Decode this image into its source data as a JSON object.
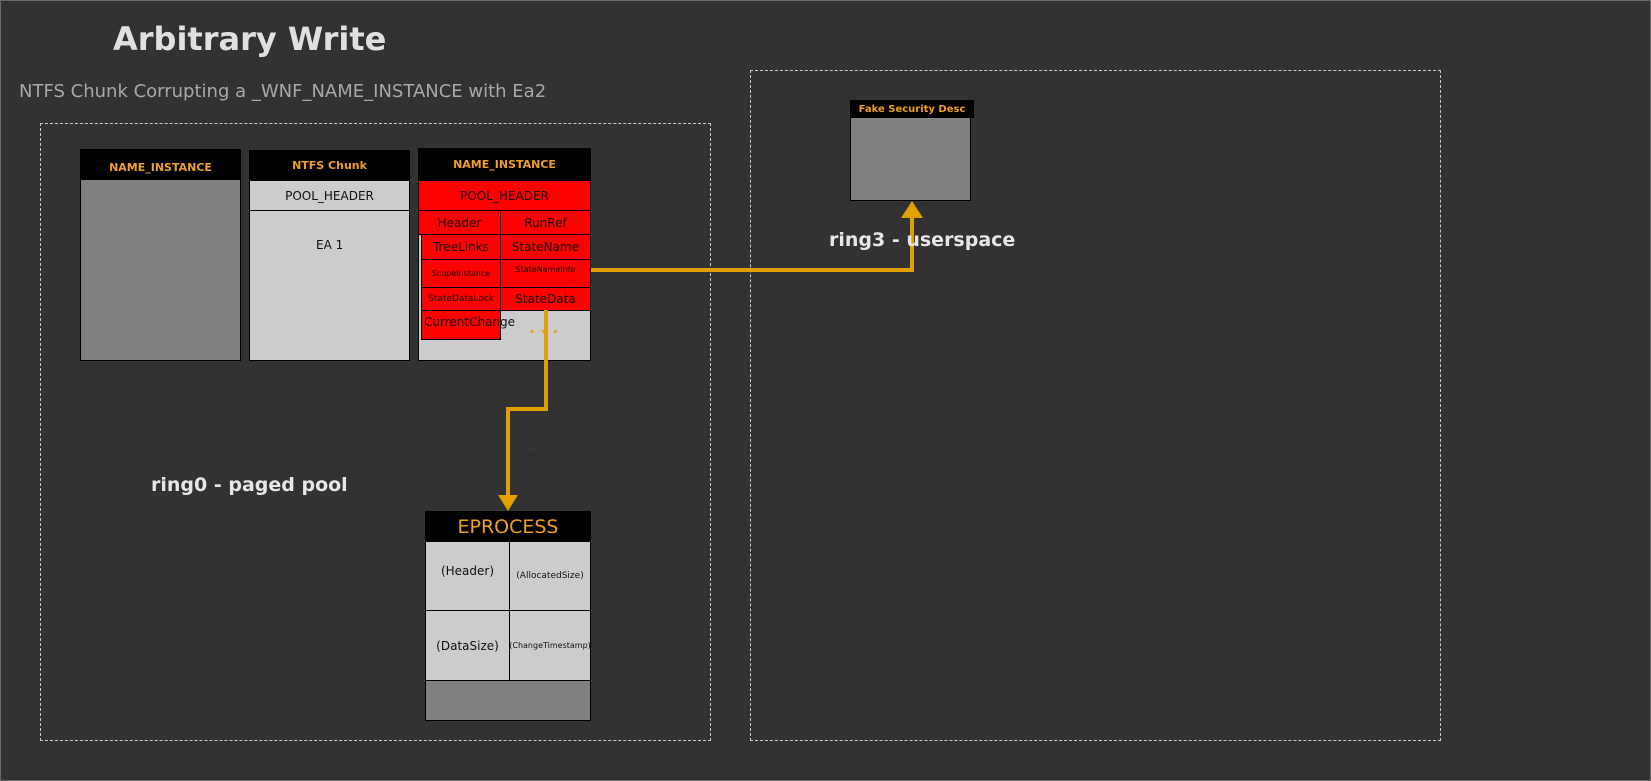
{
  "title": "Arbitrary Write",
  "subtitle": "NTFS Chunk Corrupting a _WNF_NAME_INSTANCE with Ea2",
  "regions": {
    "ring0_label": "ring0 - paged pool",
    "ring3_label": "ring3 - userspace"
  },
  "name_instance_left": {
    "header": "NAME_INSTANCE"
  },
  "ntfs_chunk": {
    "header": "NTFS Chunk",
    "pool_header": "POOL_HEADER",
    "ea1": "EA 1"
  },
  "name_instance_corrupted": {
    "header": "NAME_INSTANCE",
    "pool_header": "POOL_HEADER",
    "fields": {
      "header": "Header",
      "runref": "RunRef",
      "treelinks": "TreeLinks",
      "statename": "StateName",
      "scopeinstance": "ScopeInstance",
      "statenameinfo": "StateNameInfo",
      "statedatalock": "StateDataLock",
      "statedata": "StateData",
      "currentchange": "CurrentChange"
    },
    "ellipsis": ". . ."
  },
  "eprocess": {
    "header": "EPROCESS",
    "header_field": "(Header)",
    "allocated_size": "(AllocatedSize)",
    "data_size": "(DataSize)",
    "change_timestamp": "(ChangeTimestamp)"
  },
  "fake_security_desc": {
    "header": "Fake Security Desc"
  },
  "arrow_note": "..",
  "colors": {
    "background": "#323232",
    "accent": "#f0a020",
    "arrow": "#e0a000",
    "corrupted": "#ff0000",
    "field": "#cccccc",
    "block": "#808080"
  }
}
